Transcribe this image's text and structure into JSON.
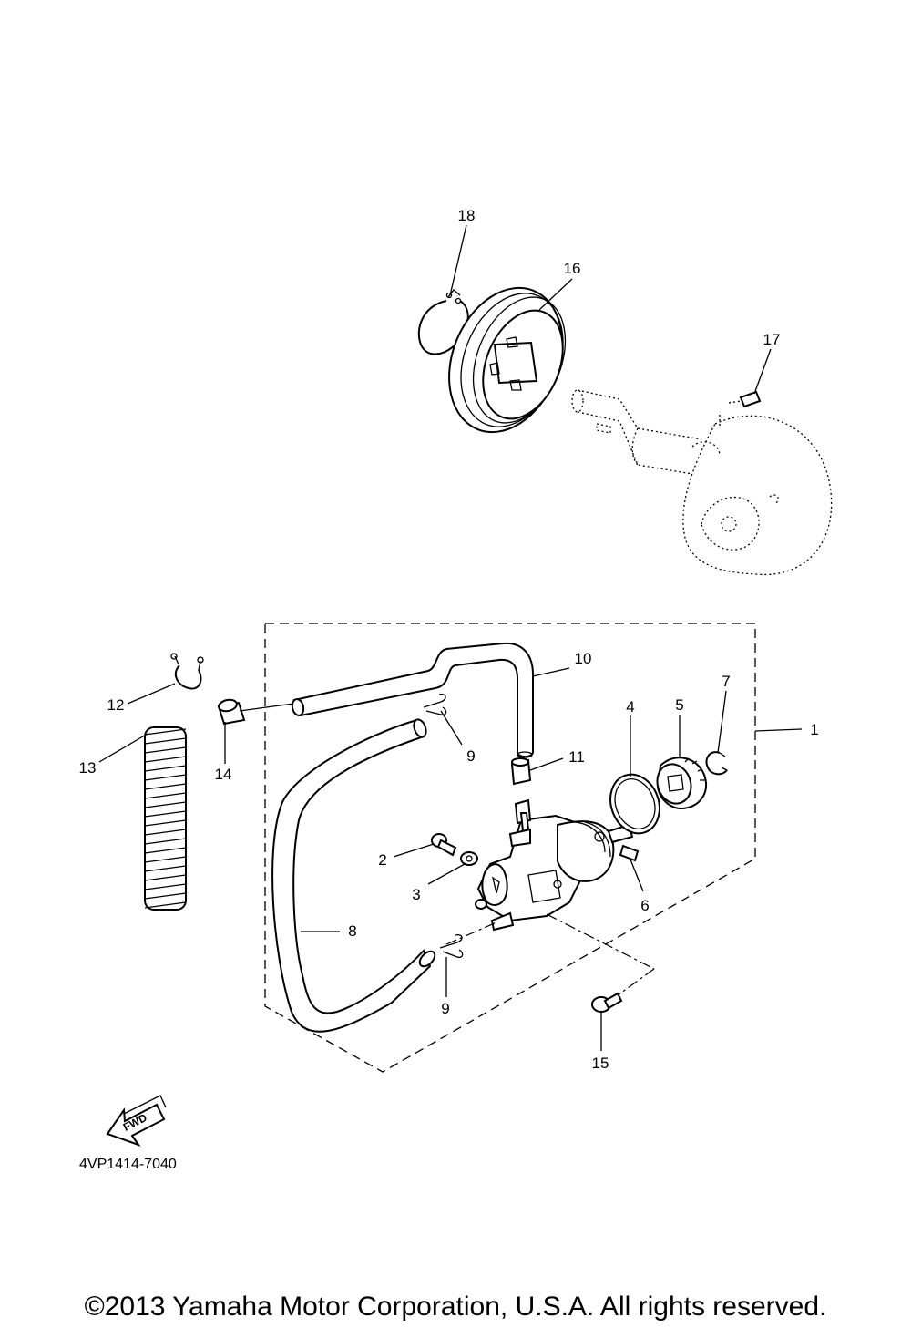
{
  "callouts": {
    "c1": "1",
    "c2": "2",
    "c3": "3",
    "c4": "4",
    "c5": "5",
    "c6": "6",
    "c7": "7",
    "c8": "8",
    "c9a": "9",
    "c9b": "9",
    "c10": "10",
    "c11": "11",
    "c12": "12",
    "c13": "13",
    "c14": "14",
    "c15": "15",
    "c16": "16",
    "c17": "17",
    "c18": "18"
  },
  "fwd_label": "FWD",
  "diagram_code": "4VP1414-7040",
  "copyright": "©2013 Yamaha Motor Corporation, U.S.A. All rights reserved."
}
